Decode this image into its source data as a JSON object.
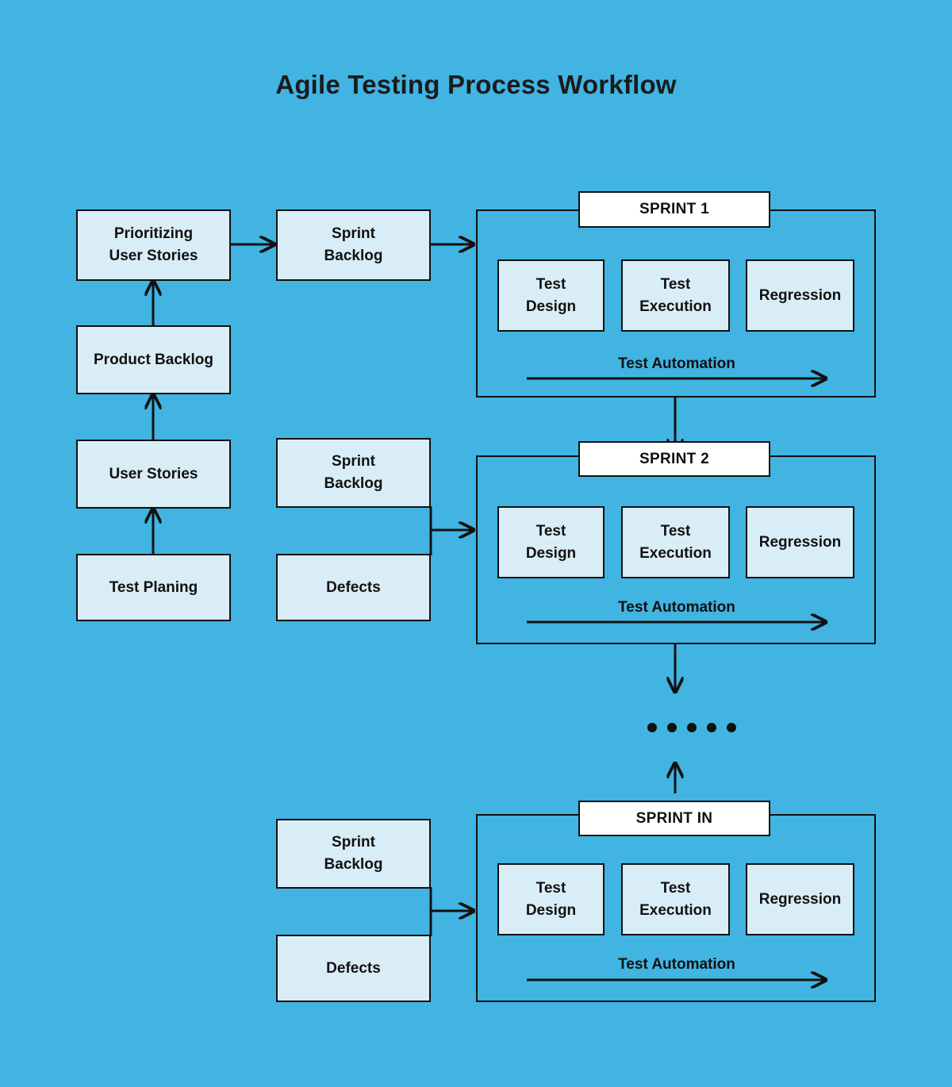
{
  "page": {
    "title": "Agile Testing Process Workflow",
    "background_color": "#41b4e2",
    "box_fill_color": "#d9edf6",
    "box_border_color": "#111111",
    "label_fill_color": "#ffffff",
    "text_color": "#1b1b1b"
  },
  "left_column": {
    "boxes": [
      {
        "label": "Prioritizing\nUser Stories"
      },
      {
        "label": "Product Backlog"
      },
      {
        "label": "User Stories"
      },
      {
        "label": "Test Planing"
      }
    ]
  },
  "middle_column": {
    "boxes": [
      {
        "label": "Sprint\nBacklog"
      },
      {
        "label": "Sprint\nBacklog"
      },
      {
        "label": "Defects"
      },
      {
        "label": "Sprint\nBacklog"
      },
      {
        "label": "Defects"
      }
    ]
  },
  "sprints": [
    {
      "label": "SPRINT 1",
      "stages": [
        {
          "label": "Test\nDesign"
        },
        {
          "label": "Test\nExecution"
        },
        {
          "label": "Regression"
        }
      ],
      "automation_label": "Test Automation"
    },
    {
      "label": "SPRINT 2",
      "stages": [
        {
          "label": "Test\nDesign"
        },
        {
          "label": "Test\nExecution"
        },
        {
          "label": "Regression"
        }
      ],
      "automation_label": "Test Automation"
    },
    {
      "label": "SPRINT IN",
      "stages": [
        {
          "label": "Test\nDesign"
        },
        {
          "label": "Test\nExecution"
        },
        {
          "label": "Regression"
        }
      ],
      "automation_label": "Test Automation"
    }
  ],
  "continuation": {
    "dot_count": 5
  }
}
